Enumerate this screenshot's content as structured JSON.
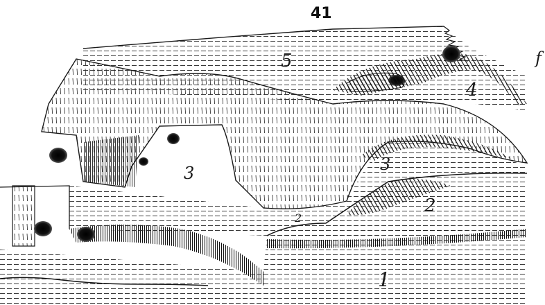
{
  "figure": {
    "number": "41",
    "edge_mark": "f",
    "labels": {
      "layer_5": "5",
      "layer_4": "4",
      "layer_3_left": "3",
      "layer_3_right": "3",
      "layer_2": "2",
      "layer_2_small": "2",
      "layer_1": "1"
    }
  }
}
